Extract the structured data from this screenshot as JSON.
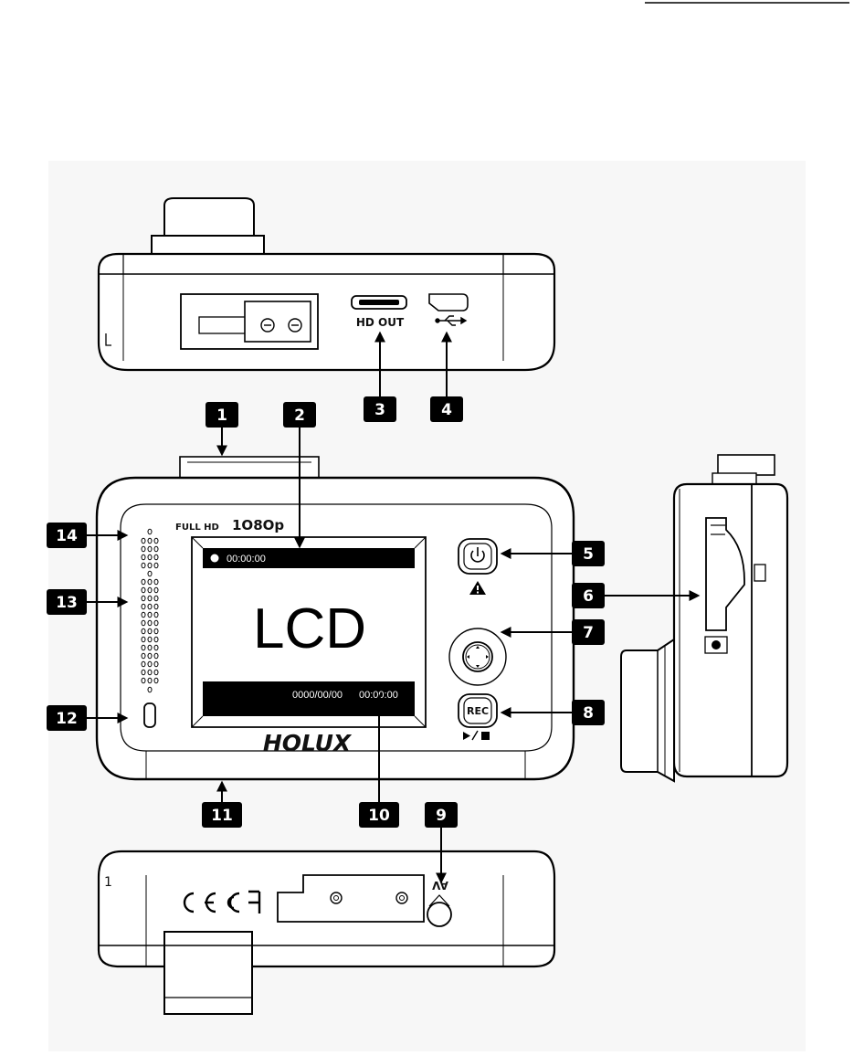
{
  "device": {
    "brand": "HOLUX",
    "resolution_tag_prefix": "FULL HD",
    "resolution_tag_value": "1O8Op",
    "lcd_label": "LCD",
    "lcd_rec_time": "00:00:00",
    "lcd_date": "0000/00/00",
    "lcd_clock": "00:00:00",
    "rec_button_label": "REC",
    "hd_out_label": "HD OUT",
    "av_label": "AV",
    "top_edge_mark": "1"
  },
  "callouts": {
    "c1": "1",
    "c2": "2",
    "c3": "3",
    "c4": "4",
    "c5": "5",
    "c6": "6",
    "c7": "7",
    "c8": "8",
    "c9": "9",
    "c10": "10",
    "c11": "11",
    "c12": "12",
    "c13": "13",
    "c14": "14"
  }
}
